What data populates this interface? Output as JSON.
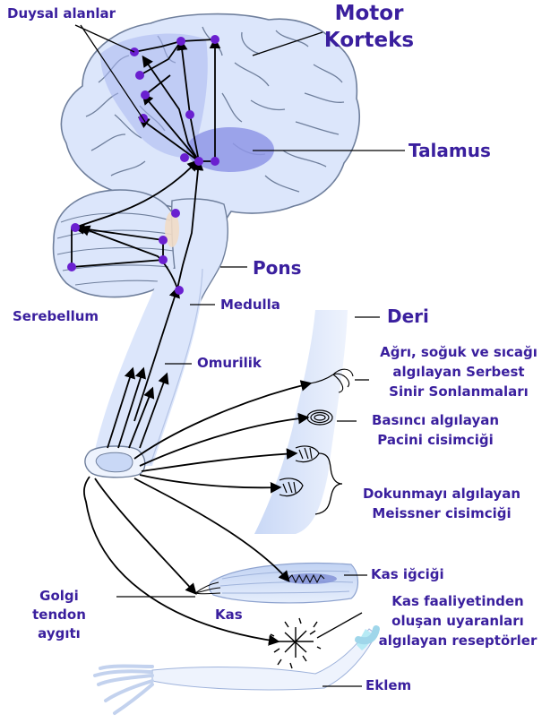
{
  "labels": {
    "duysal_alanlar": "Duysal alanlar",
    "motor": "Motor",
    "korteks": "Korteks",
    "talamus": "Talamus",
    "pons": "Pons",
    "serebellum": "Serebellum",
    "medulla": "Medulla",
    "deri": "Deri",
    "omurilik": "Omurilik",
    "serbest_1": "Ağrı, soğuk ve sıcağı",
    "serbest_2": "algılayan Serbest",
    "serbest_3": "Sinir Sonlanmaları",
    "pacini_1": "Basıncı algılayan",
    "pacini_2": "Pacini cisimciği",
    "meissner_1": "Dokunmayı algılayan",
    "meissner_2": "Meissner cisimciği",
    "kas_igcigi": "Kas iğciği",
    "golgi_1": "Golgi",
    "golgi_2": "tendon",
    "golgi_3": "aygıtı",
    "kas": "Kas",
    "reseptor_1": "Kas faaliyetinden",
    "reseptor_2": "oluşan uyaranları",
    "reseptor_3": "algılayan reseptörler",
    "eklem": "Eklem"
  },
  "colors": {
    "label": "#3a1f9e",
    "neuron_dot": "#6a1fd0",
    "tissue": "#dce6fb",
    "tissue_stroke": "#6f7f9c",
    "highlight": "#8f96e6",
    "pathway": "#000000"
  }
}
